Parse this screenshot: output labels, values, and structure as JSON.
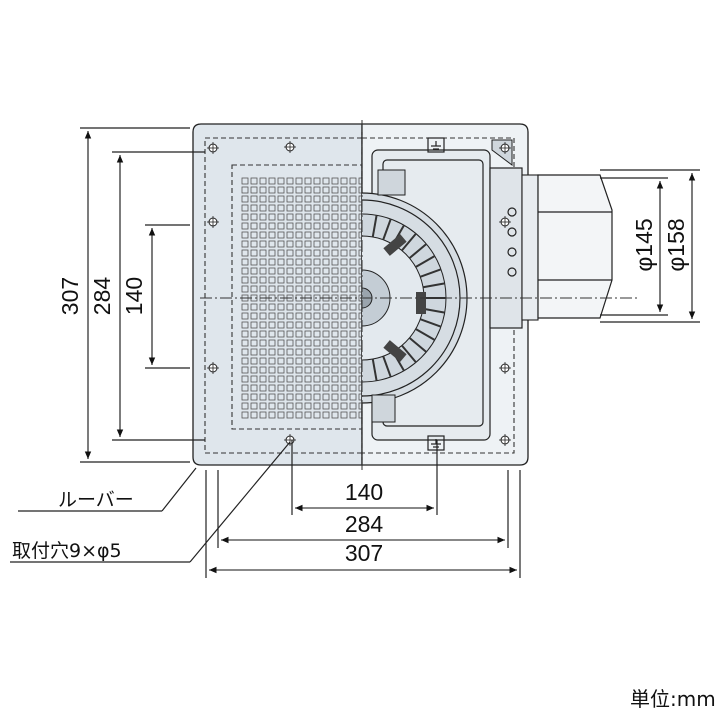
{
  "dimensions": {
    "height_outer": "307",
    "height_mid": "284",
    "height_inner": "140",
    "width_inner": "140",
    "width_mid": "284",
    "width_outer": "307",
    "diameter_inner": "φ145",
    "diameter_outer": "φ158"
  },
  "labels": {
    "louver": "ルーバー",
    "mounting_hole": "取付穴9×φ5"
  },
  "unit": "単位:mm",
  "colors": {
    "panel_fill": "#dfe6ec",
    "line": "#222222",
    "grille_cell": "#555555"
  },
  "icons": [
    "fan-blade-icon",
    "mounting-hole-icon",
    "ground-symbol-icon"
  ]
}
